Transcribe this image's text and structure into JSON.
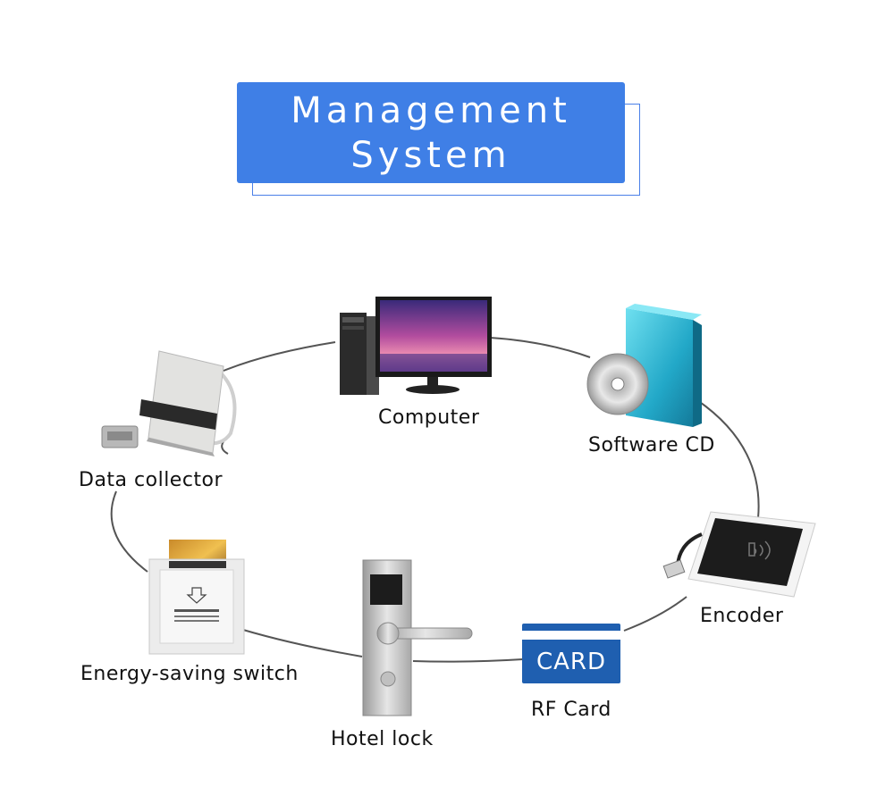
{
  "title": {
    "line1": "Management",
    "line2": "System"
  },
  "nodes": {
    "computer": "Computer",
    "software_cd": "Software CD",
    "data_collector": "Data collector",
    "encoder": "Encoder",
    "energy_switch": "Energy-saving switch",
    "rf_card": "RF Card",
    "hotel_lock": "Hotel lock"
  },
  "card_text": "CARD",
  "colors": {
    "accent": "#3f7fe6",
    "card_blue": "#1f5fb0",
    "ring": "#555555"
  }
}
